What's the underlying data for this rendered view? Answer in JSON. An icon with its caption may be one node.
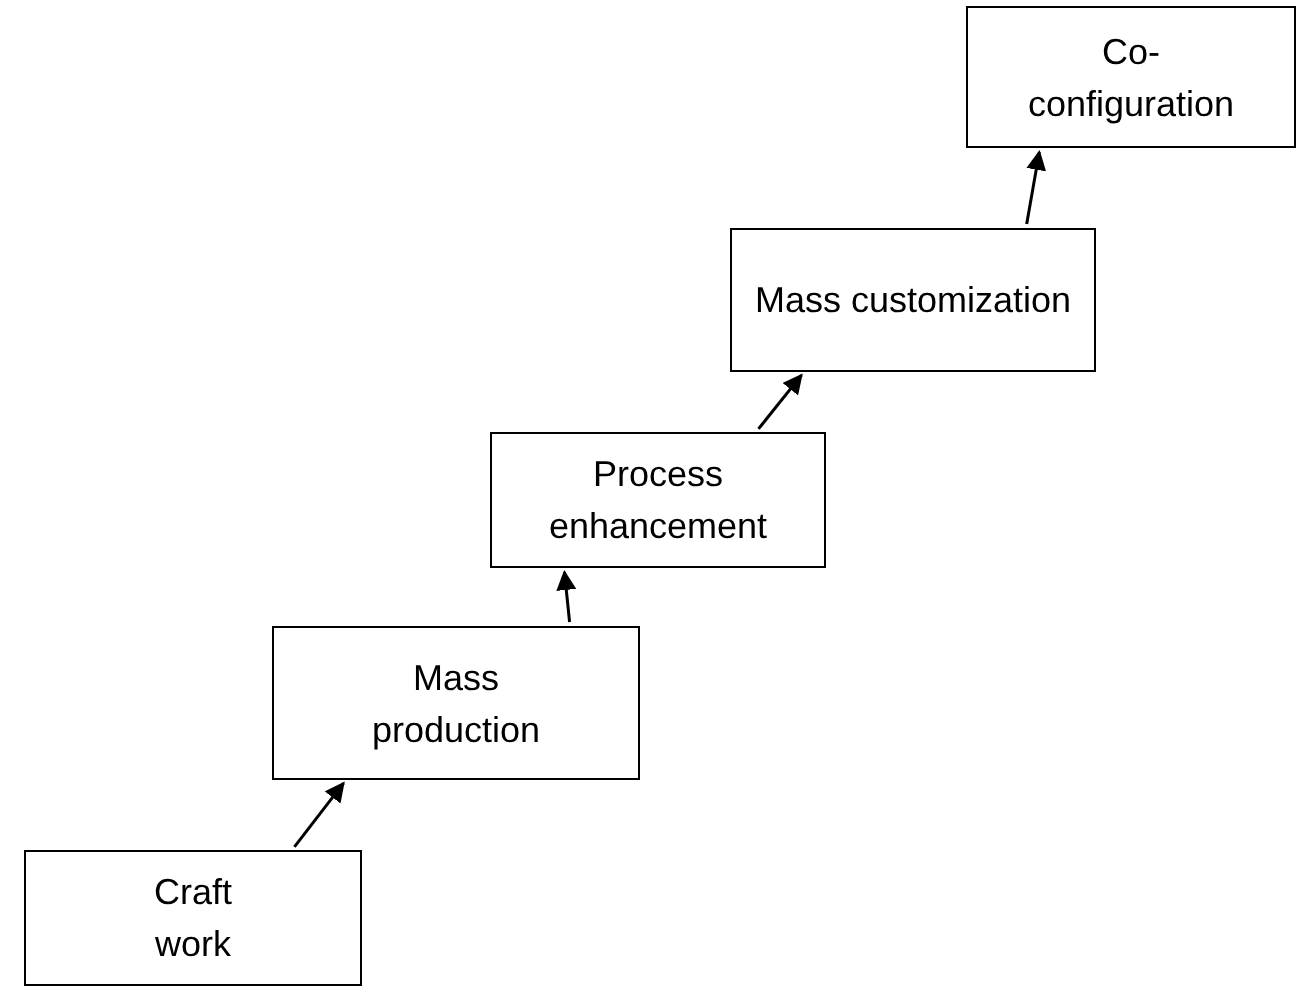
{
  "diagram": {
    "nodes": [
      {
        "text": [
          "Craft work"
        ]
      },
      {
        "text": [
          "Mass production"
        ]
      },
      {
        "text": [
          "Process enhancement"
        ]
      },
      {
        "text": [
          "Mass customization"
        ]
      },
      {
        "text": [
          "Co-configuration"
        ]
      }
    ],
    "edges": [
      {
        "from": 0,
        "to": 1,
        "arrow": "to"
      },
      {
        "from": 1,
        "to": 2,
        "arrow": "to"
      },
      {
        "from": 2,
        "to": 3,
        "arrow": "to"
      },
      {
        "from": 3,
        "to": 4,
        "arrow": "to"
      }
    ]
  }
}
